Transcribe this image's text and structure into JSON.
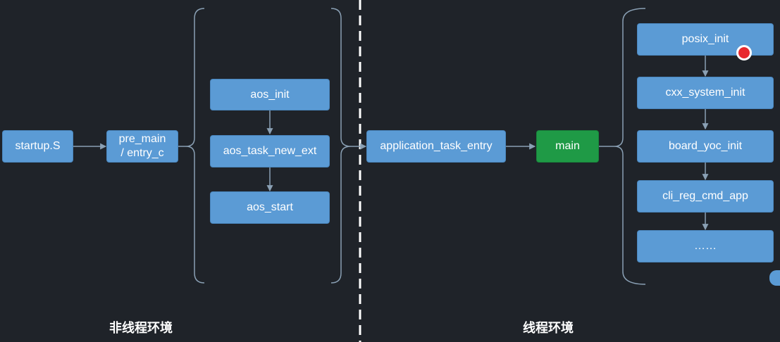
{
  "diagram": {
    "nodes": {
      "startup": "startup.S",
      "pre_main_line1": "pre_main",
      "pre_main_line2": "/ entry_c",
      "aos_init": "aos_init",
      "aos_task_new_ext": "aos_task_new_ext",
      "aos_start": "aos_start",
      "application_task_entry": "application_task_entry",
      "main": "main",
      "posix_init": "posix_init",
      "cxx_system_init": "cxx_system_init",
      "board_yoc_init": "board_yoc_init",
      "cli_reg_cmd_app": "cli_reg_cmd_app",
      "ellipsis": "……"
    },
    "labels": {
      "non_thread_env": "非线程环境",
      "thread_env": "线程环境"
    },
    "colors": {
      "background": "#1f2329",
      "node": "#5b9bd5",
      "main_node": "#1f9a46",
      "connector": "#8aa0b4",
      "divider": "#ffffff",
      "cursor": "#e8282d"
    }
  }
}
